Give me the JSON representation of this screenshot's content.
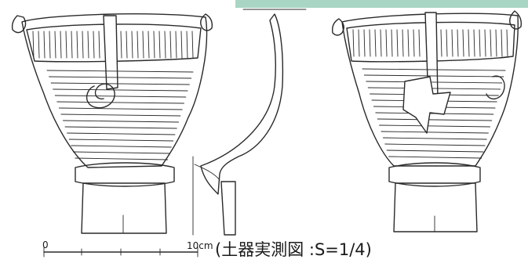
{
  "figure": {
    "scale_start_label": "0",
    "scale_end_label": "10cm",
    "caption": "(土器実測図 :S=1/4)"
  },
  "colors": {
    "ink": "#2a2a2a",
    "top_bar": "#a9d6c4",
    "background": "#ffffff"
  }
}
